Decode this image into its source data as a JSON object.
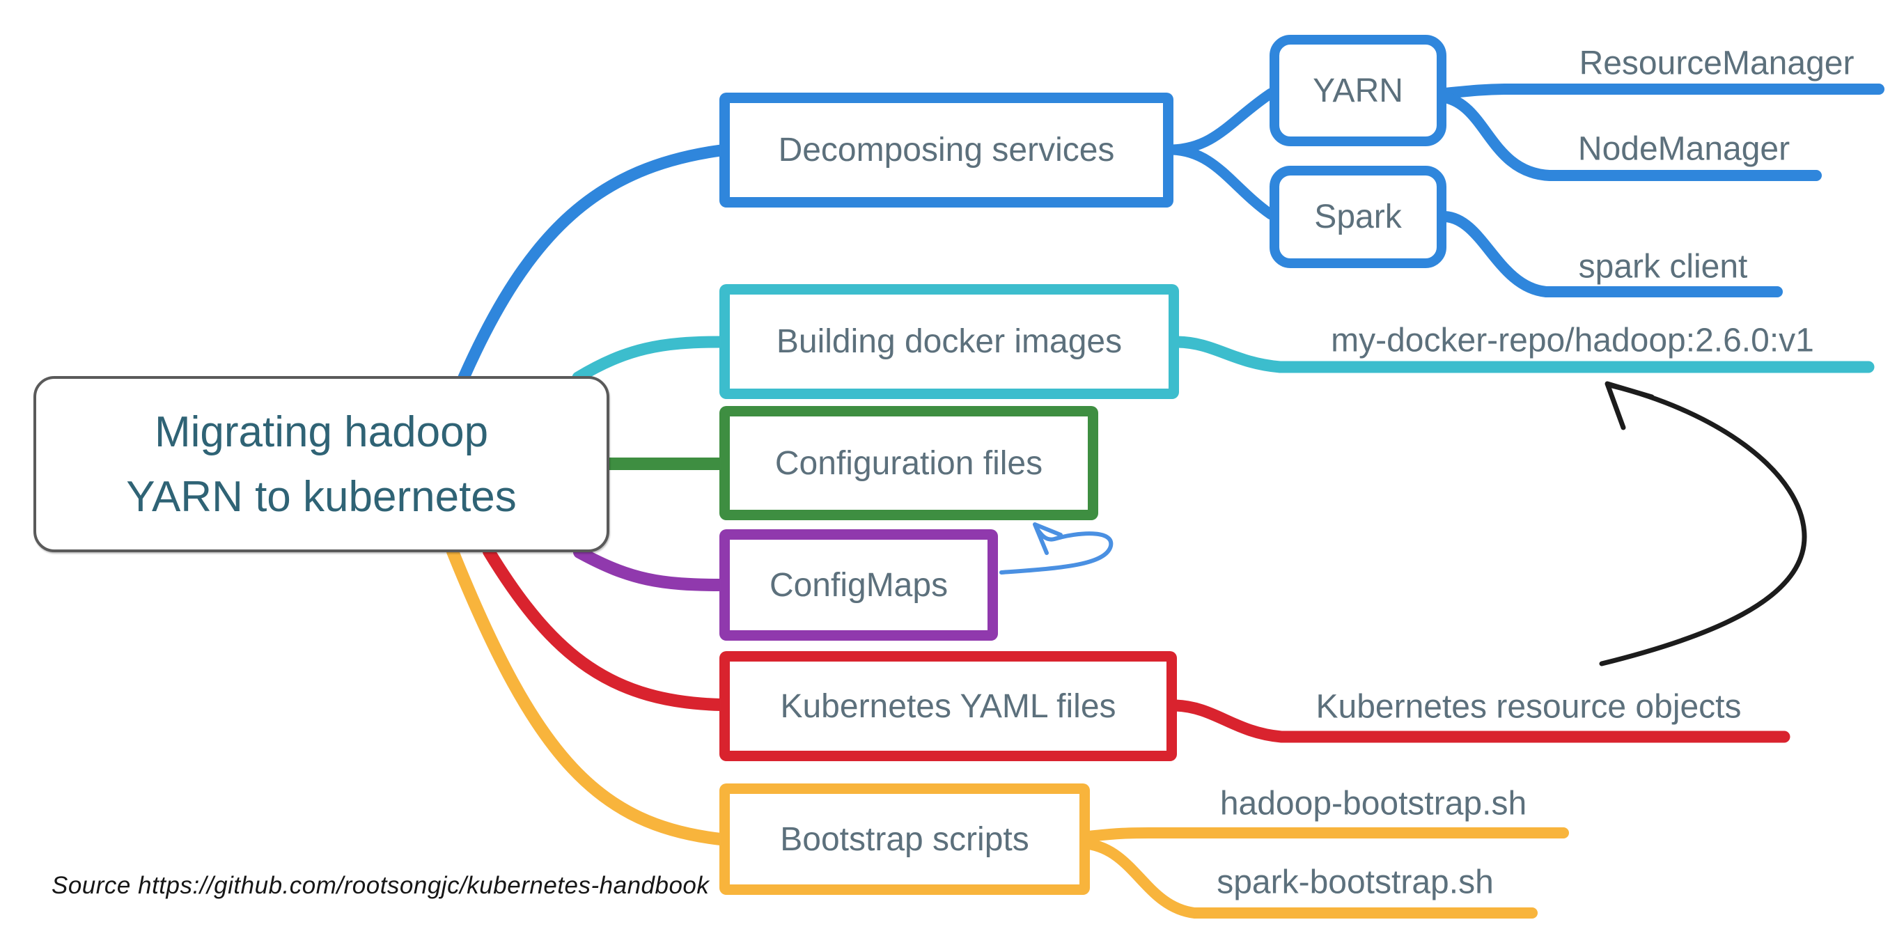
{
  "title": {
    "lines": [
      "Migrating hadoop",
      "YARN to kubernetes"
    ]
  },
  "branches": {
    "decomposing": {
      "label": "Decomposing services"
    },
    "docker": {
      "label": "Building docker images"
    },
    "config_files": {
      "label": "Configuration files"
    },
    "configmaps": {
      "label": "ConfigMaps"
    },
    "yaml": {
      "label": "Kubernetes YAML files"
    },
    "bootstrap": {
      "label": "Bootstrap scripts"
    }
  },
  "children": {
    "yarn": {
      "label": "YARN"
    },
    "spark": {
      "label": "Spark"
    }
  },
  "leaves": {
    "resource_manager": {
      "label": "ResourceManager"
    },
    "node_manager": {
      "label": "NodeManager"
    },
    "spark_client": {
      "label": "spark client"
    },
    "docker_repo": {
      "label": "my-docker-repo/hadoop:2.6.0:v1"
    },
    "k8s_resources": {
      "label": "Kubernetes resource objects"
    },
    "hadoop_bootstrap": {
      "label": "hadoop-bootstrap.sh"
    },
    "spark_bootstrap": {
      "label": "spark-bootstrap.sh"
    }
  },
  "source_note": "Source https://github.com/rootsongjc/kubernetes-handbook",
  "colors": {
    "blue": "#2F86DC",
    "teal": "#3CBDCD",
    "green": "#3E8E41",
    "purple": "#9039AD",
    "red": "#D9232E",
    "orange": "#F8B43C",
    "arrow_blue": "#4A90E2",
    "arrow_black": "#1C1C1C",
    "node_text": "#5C707C",
    "title_text": "#2F6375",
    "center_border": "#5A5A5A"
  }
}
